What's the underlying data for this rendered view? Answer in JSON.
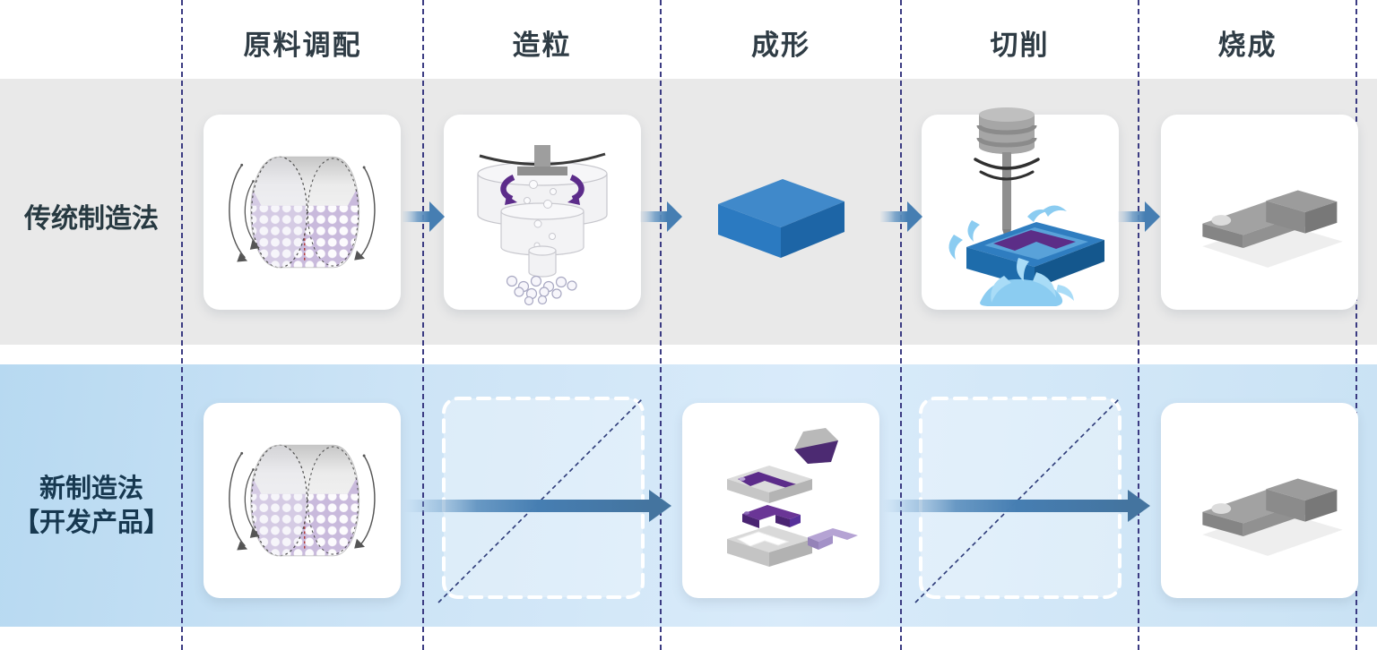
{
  "header": {
    "columns": [
      "原料调配",
      "造粒",
      "成形",
      "切削",
      "烧成"
    ]
  },
  "rows": {
    "traditional": {
      "label": "传统制造法",
      "steps": [
        "ball-mill",
        "granulator",
        "pressed-block",
        "milling",
        "finished-part"
      ]
    },
    "new": {
      "label_line1": "新制造法",
      "label_line2": "【开发产品】",
      "steps": [
        "ball-mill",
        "skipped",
        "mold-casting",
        "skipped",
        "finished-part"
      ]
    }
  },
  "icons": {
    "ball_mill": "ball-mill-illustration",
    "granulator": "granulator-illustration",
    "pressed_block": "pressed-block-illustration",
    "milling": "milling-machine-illustration",
    "mold_casting": "mold-casting-illustration",
    "finished_part": "finished-part-illustration",
    "skipped_step": "skipped-step-box",
    "flow_arrow": "flow-arrow-icon"
  },
  "colors": {
    "traditional_band": "#e9e9e9",
    "new_band_left": "#b7d9f1",
    "new_band_right": "#c9e2f4",
    "divider": "#3b3b82",
    "arrow": "#467eb2",
    "header_text": "#2f3c45",
    "block_top": "#4089ca",
    "block_front": "#2b7ac1",
    "block_side": "#1d65a6",
    "purple_dark": "#5c2c8a",
    "purple_mid": "#6a3596",
    "purple_light": "#b5a3d4",
    "chip_blue": "#8bccf1",
    "part_gray": "#9c9c9c"
  }
}
